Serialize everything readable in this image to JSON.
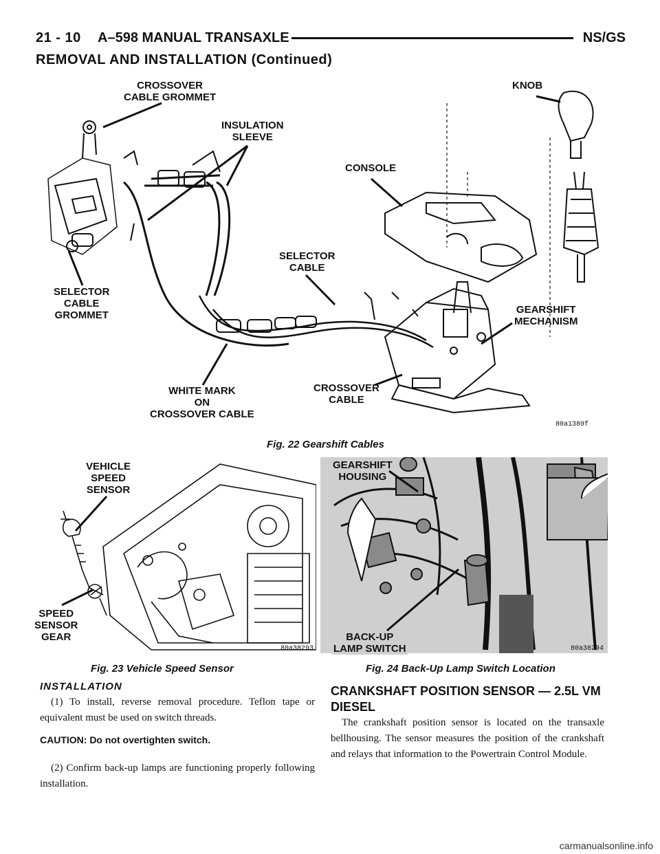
{
  "header": {
    "page_number": "21 - 10",
    "title": "A–598 MANUAL TRANSAXLE",
    "code": "NS/GS"
  },
  "section_title": "REMOVAL AND INSTALLATION (Continued)",
  "fig22": {
    "labels": {
      "crossover_grommet": "CROSSOVER\nCABLE GROMMET",
      "knob": "KNOB",
      "insulation_sleeve": "INSULATION\nSLEEVE",
      "console": "CONSOLE",
      "selector_cable": "SELECTOR\nCABLE",
      "selector_grommet": "SELECTOR\nCABLE\nGROMMET",
      "gearshift_mechanism": "GEARSHIFT\nMECHANISM",
      "white_mark": "WHITE MARK\nON\nCROSSOVER CABLE",
      "crossover_cable": "CROSSOVER\nCABLE"
    },
    "code": "80a1389f",
    "caption": "Fig. 22 Gearshift Cables"
  },
  "fig23": {
    "labels": {
      "vehicle_speed_sensor": "VEHICLE\nSPEED\nSENSOR",
      "speed_sensor_gear": "SPEED\nSENSOR\nGEAR"
    },
    "code": "80a38293",
    "caption": "Fig. 23 Vehicle Speed Sensor"
  },
  "fig24": {
    "labels": {
      "gearshift_housing": "GEARSHIFT\nHOUSING",
      "backup_lamp_switch": "BACK-UP\nLAMP SWITCH"
    },
    "code": "80a38294",
    "caption": "Fig. 24 Back-Up Lamp Switch Location"
  },
  "installation": {
    "heading": "INSTALLATION",
    "step1": "(1) To install, reverse removal procedure. Teflon tape or equivalent must be used on switch threads.",
    "caution": "CAUTION: Do not overtighten switch.",
    "step2": "(2) Confirm back-up lamps are functioning properly following installation."
  },
  "crankshaft": {
    "heading": "CRANKSHAFT POSITION SENSOR — 2.5L VM DIESEL",
    "body": "The crankshaft position sensor is located on the transaxle bellhousing. The sensor measures the position of the crankshaft and relays that information to the Powertrain Control Module."
  },
  "watermark": "carmanualsonline.info"
}
